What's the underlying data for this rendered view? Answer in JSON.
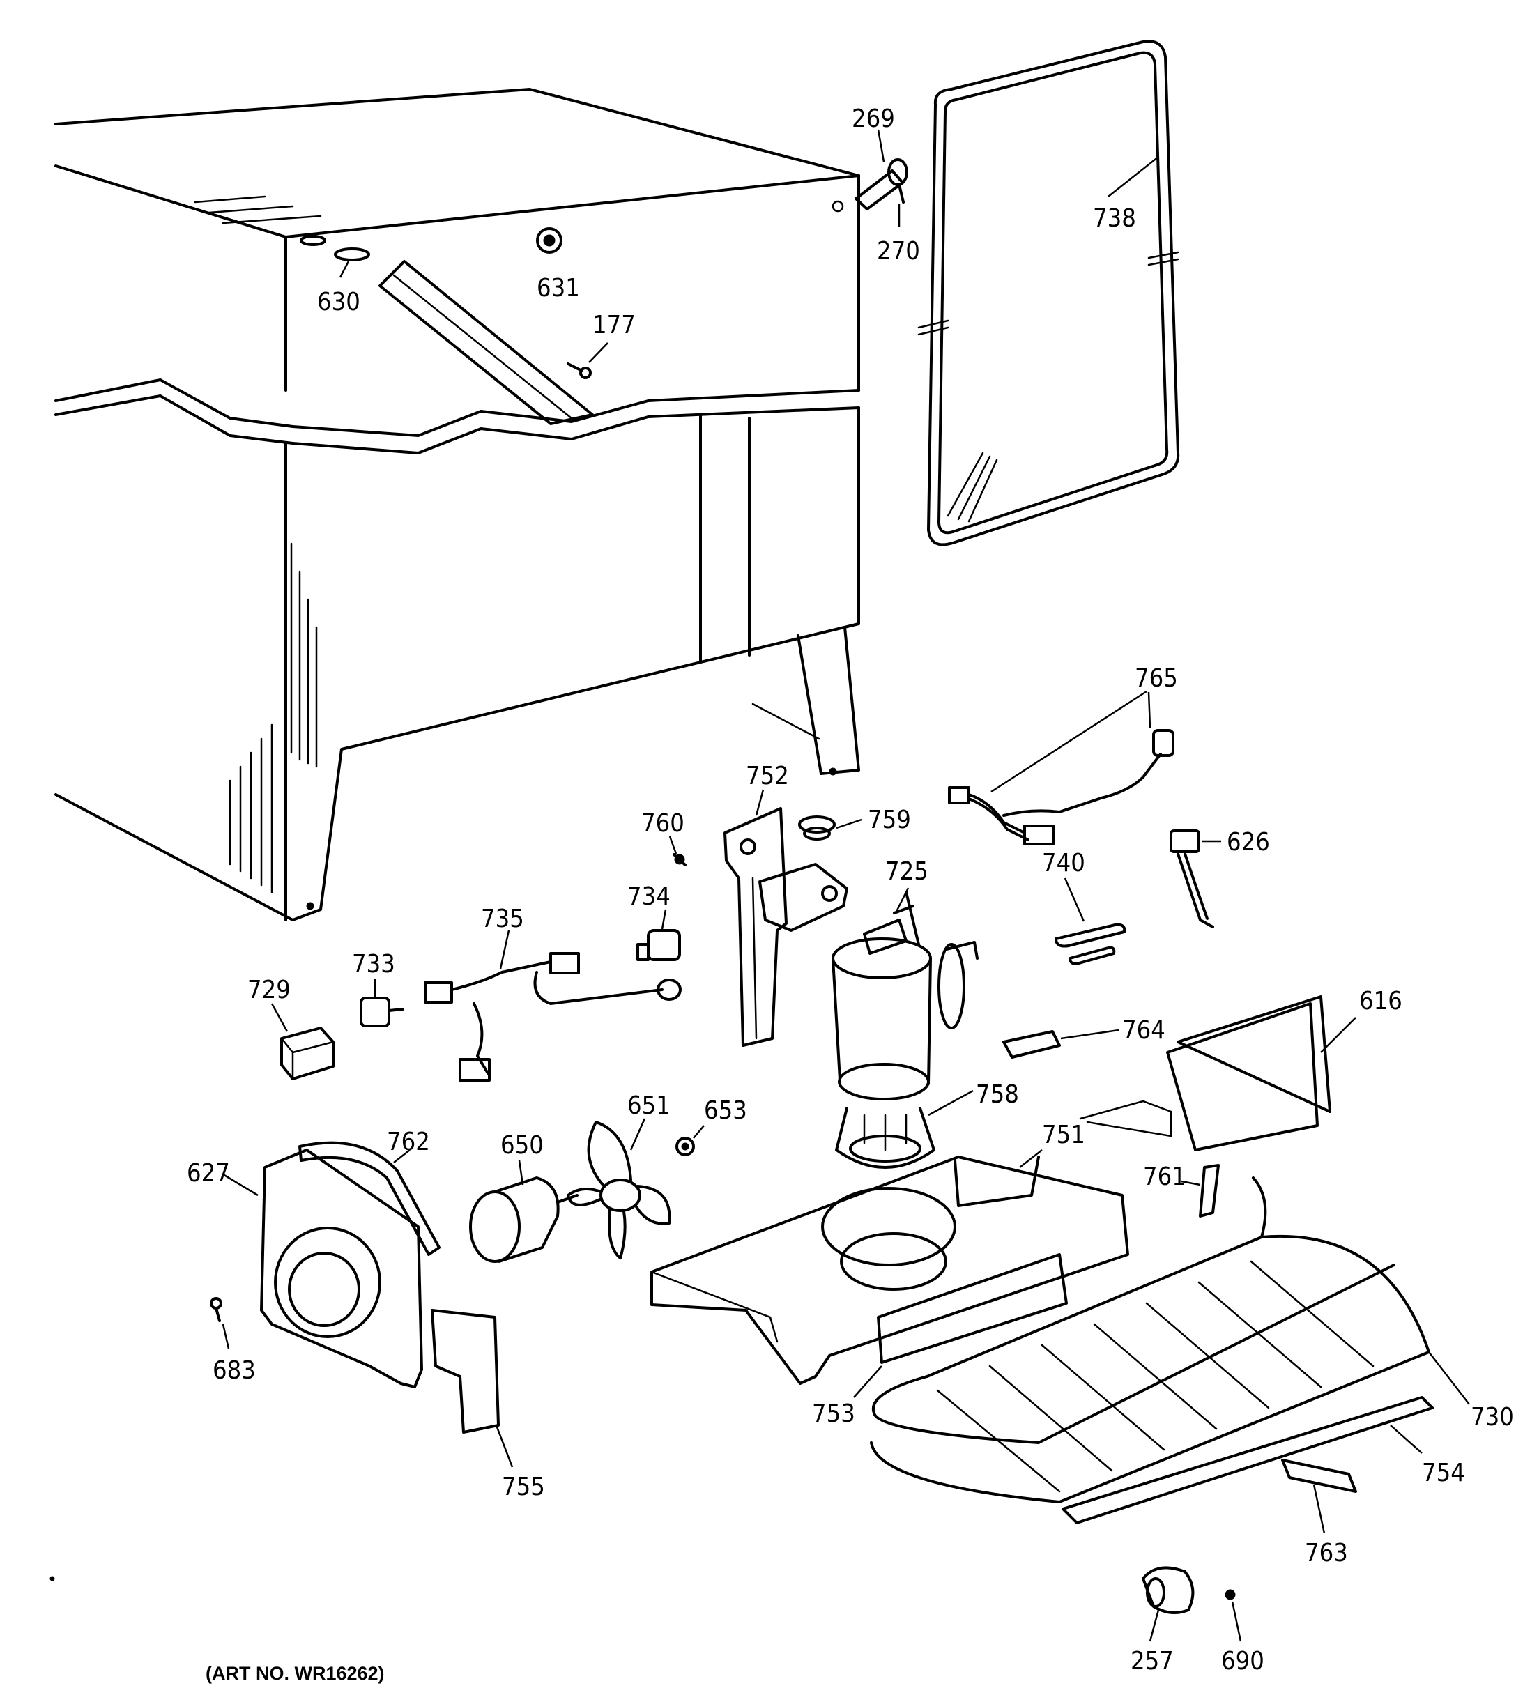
{
  "art_number": "(ART NO. WR16262)",
  "callouts": [
    {
      "id": "p269",
      "label": "269"
    },
    {
      "id": "p270",
      "label": "270"
    },
    {
      "id": "p738",
      "label": "738"
    },
    {
      "id": "p630",
      "label": "630"
    },
    {
      "id": "p631",
      "label": "631"
    },
    {
      "id": "p177",
      "label": "177"
    },
    {
      "id": "p765",
      "label": "765"
    },
    {
      "id": "p752",
      "label": "752"
    },
    {
      "id": "p759",
      "label": "759"
    },
    {
      "id": "p760",
      "label": "760"
    },
    {
      "id": "p725",
      "label": "725"
    },
    {
      "id": "p626",
      "label": "626"
    },
    {
      "id": "p740",
      "label": "740"
    },
    {
      "id": "p734",
      "label": "734"
    },
    {
      "id": "p735",
      "label": "735"
    },
    {
      "id": "p733",
      "label": "733"
    },
    {
      "id": "p729",
      "label": "729"
    },
    {
      "id": "p764",
      "label": "764"
    },
    {
      "id": "p616",
      "label": "616"
    },
    {
      "id": "p651",
      "label": "651"
    },
    {
      "id": "p653",
      "label": "653"
    },
    {
      "id": "p758",
      "label": "758"
    },
    {
      "id": "p751",
      "label": "751"
    },
    {
      "id": "p650",
      "label": "650"
    },
    {
      "id": "p627",
      "label": "627"
    },
    {
      "id": "p762",
      "label": "762"
    },
    {
      "id": "p761",
      "label": "761"
    },
    {
      "id": "p683",
      "label": "683"
    },
    {
      "id": "p753",
      "label": "753"
    },
    {
      "id": "p730",
      "label": "730"
    },
    {
      "id": "p754",
      "label": "754"
    },
    {
      "id": "p755",
      "label": "755"
    },
    {
      "id": "p763",
      "label": "763"
    },
    {
      "id": "p257",
      "label": "257"
    },
    {
      "id": "p690",
      "label": "690"
    }
  ]
}
